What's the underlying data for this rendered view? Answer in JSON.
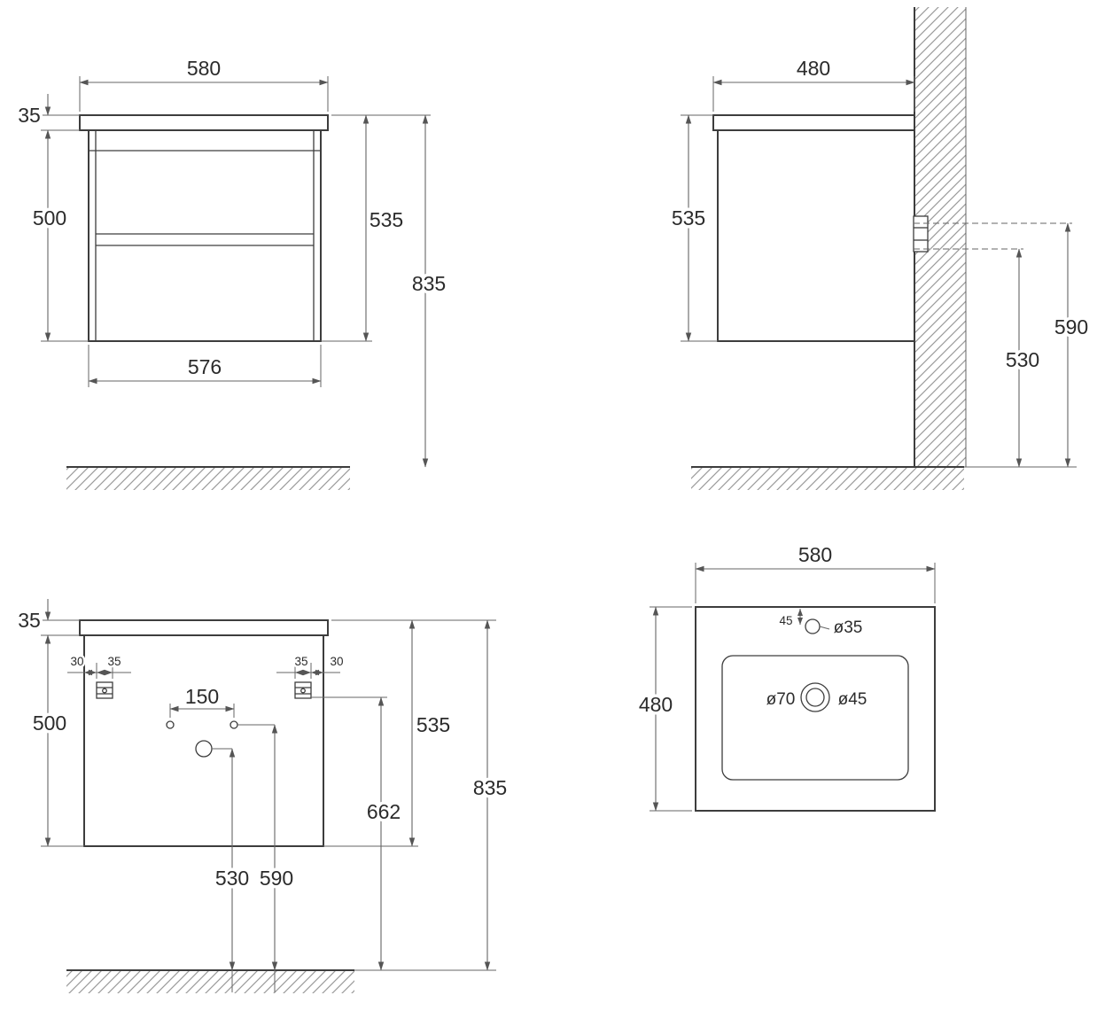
{
  "title": "Wall-hung vanity unit technical drawing",
  "style": {
    "line_color": "#3d3d3d",
    "dimension_color": "#666666",
    "hatch_color": "#9a9a9a",
    "background": "#ffffff"
  },
  "views": {
    "front": {
      "width_top": "580",
      "top_thickness": "35",
      "body_height": "500",
      "cabinet_height": "535",
      "total_height": "835",
      "width_bottom": "576"
    },
    "side": {
      "depth": "480",
      "cabinet_height": "535",
      "lower_fixing_height": "530",
      "upper_fixing_height": "590"
    },
    "back": {
      "top_thickness": "35",
      "body_height": "500",
      "left_offset": "30",
      "left_bracket_width": "35",
      "hole_spacing": "150",
      "right_bracket_width": "35",
      "right_offset": "30",
      "cabinet_height": "535",
      "bracket_height": "662",
      "total_height": "835",
      "drain_hole_height": "530",
      "fixing_hole_height": "590"
    },
    "basin": {
      "width": "580",
      "depth": "480",
      "faucet_offset": "45",
      "faucet_hole_dia": "ø35",
      "drain_dia": "ø70",
      "overflow_dia": "ø45"
    }
  }
}
